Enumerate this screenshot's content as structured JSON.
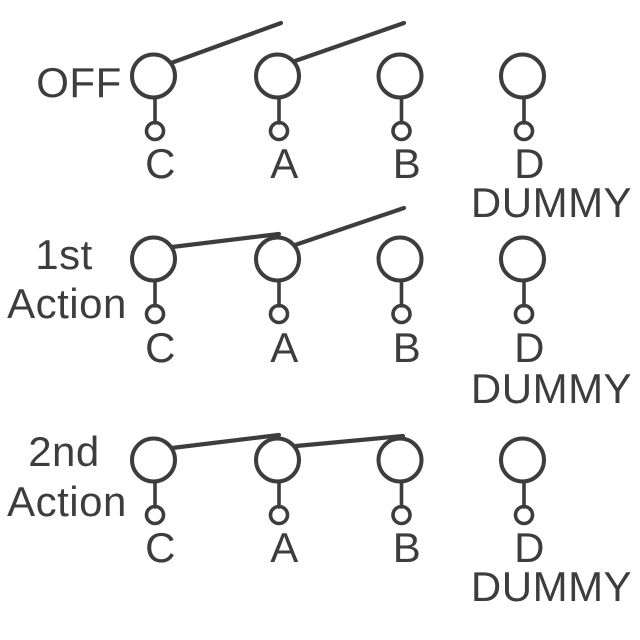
{
  "diagram": {
    "type": "switch-position-schematic",
    "stroke_color": "#3d3d3d",
    "background_color": "#ffffff",
    "positions": [
      {
        "label_lines": [
          "OFF"
        ],
        "terminals": [
          "C",
          "A",
          "B",
          "D"
        ],
        "dummy_label": "DUMMY",
        "wiper_connects": []
      },
      {
        "label_lines": [
          "1st",
          "Action"
        ],
        "terminals": [
          "C",
          "A",
          "B",
          "D"
        ],
        "dummy_label": "DUMMY",
        "wiper_connects": [
          "C",
          "A"
        ]
      },
      {
        "label_lines": [
          "2nd",
          "Action"
        ],
        "terminals": [
          "C",
          "A",
          "B",
          "D"
        ],
        "dummy_label": "DUMMY",
        "wiper_connects": [
          "C",
          "A",
          "B"
        ]
      }
    ]
  }
}
